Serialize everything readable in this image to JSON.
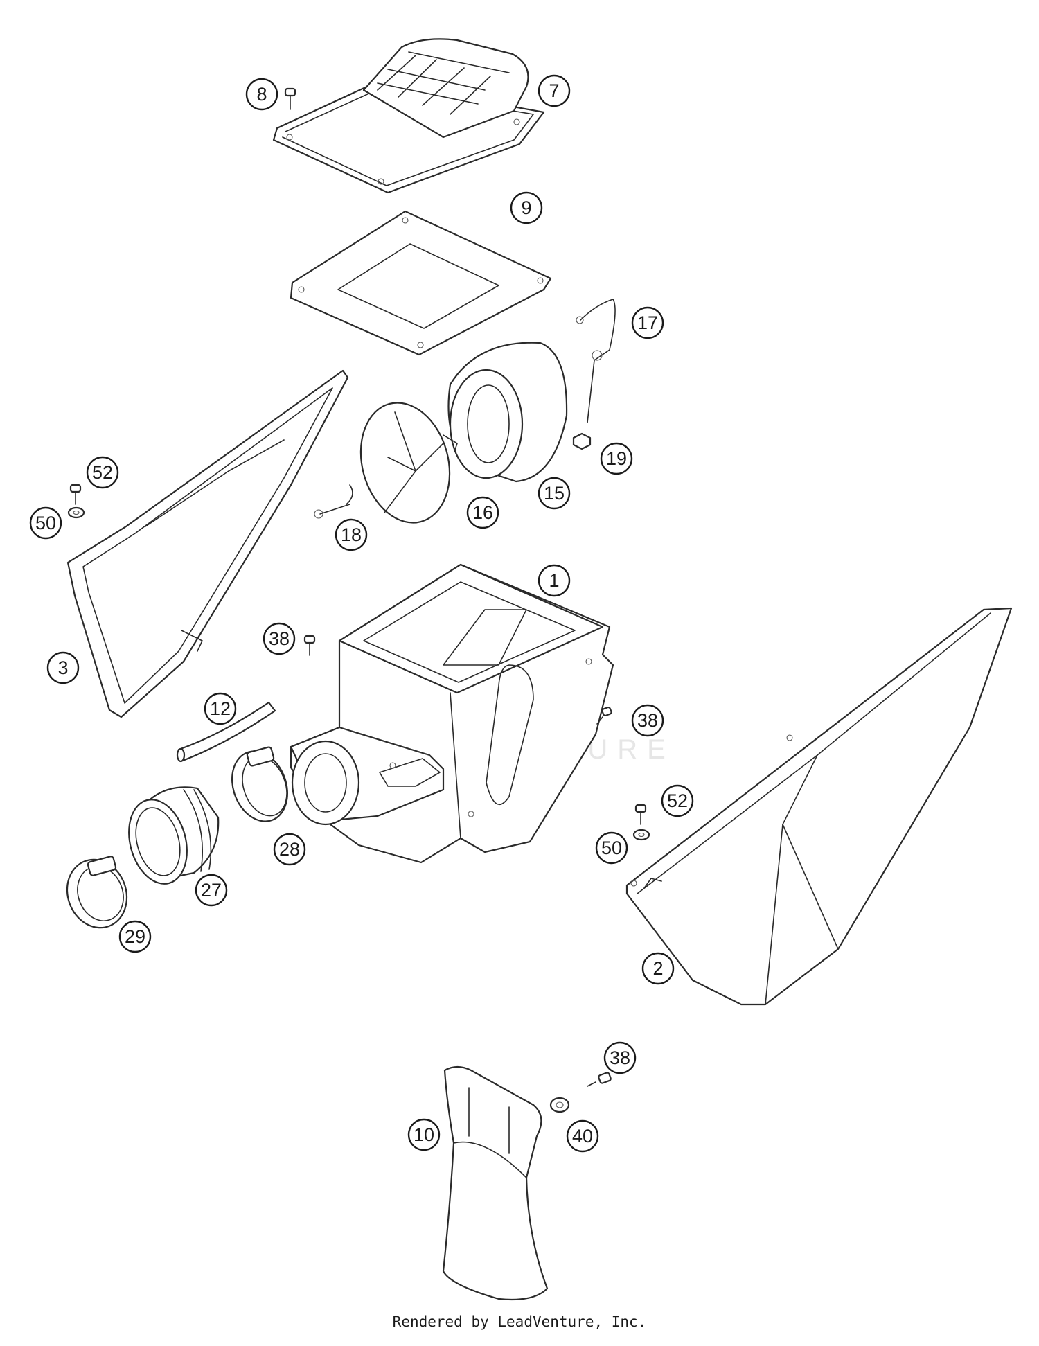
{
  "diagram": {
    "watermark_text": "LEADVENTURE",
    "credit": "Rendered by LeadVenture, Inc.",
    "callouts": [
      {
        "id": "c7",
        "label": "7"
      },
      {
        "id": "c8",
        "label": "8"
      },
      {
        "id": "c9",
        "label": "9"
      },
      {
        "id": "c17",
        "label": "17"
      },
      {
        "id": "c52a",
        "label": "52"
      },
      {
        "id": "c50a",
        "label": "50"
      },
      {
        "id": "c19",
        "label": "19"
      },
      {
        "id": "c15",
        "label": "15"
      },
      {
        "id": "c16",
        "label": "16"
      },
      {
        "id": "c18",
        "label": "18"
      },
      {
        "id": "c1",
        "label": "1"
      },
      {
        "id": "c38a",
        "label": "38"
      },
      {
        "id": "c3",
        "label": "3"
      },
      {
        "id": "c12",
        "label": "12"
      },
      {
        "id": "c38b",
        "label": "38"
      },
      {
        "id": "c52b",
        "label": "52"
      },
      {
        "id": "c50b",
        "label": "50"
      },
      {
        "id": "c28",
        "label": "28"
      },
      {
        "id": "c27",
        "label": "27"
      },
      {
        "id": "c29",
        "label": "29"
      },
      {
        "id": "c2",
        "label": "2"
      },
      {
        "id": "c38c",
        "label": "38"
      },
      {
        "id": "c10",
        "label": "10"
      },
      {
        "id": "c40",
        "label": "40"
      }
    ]
  }
}
